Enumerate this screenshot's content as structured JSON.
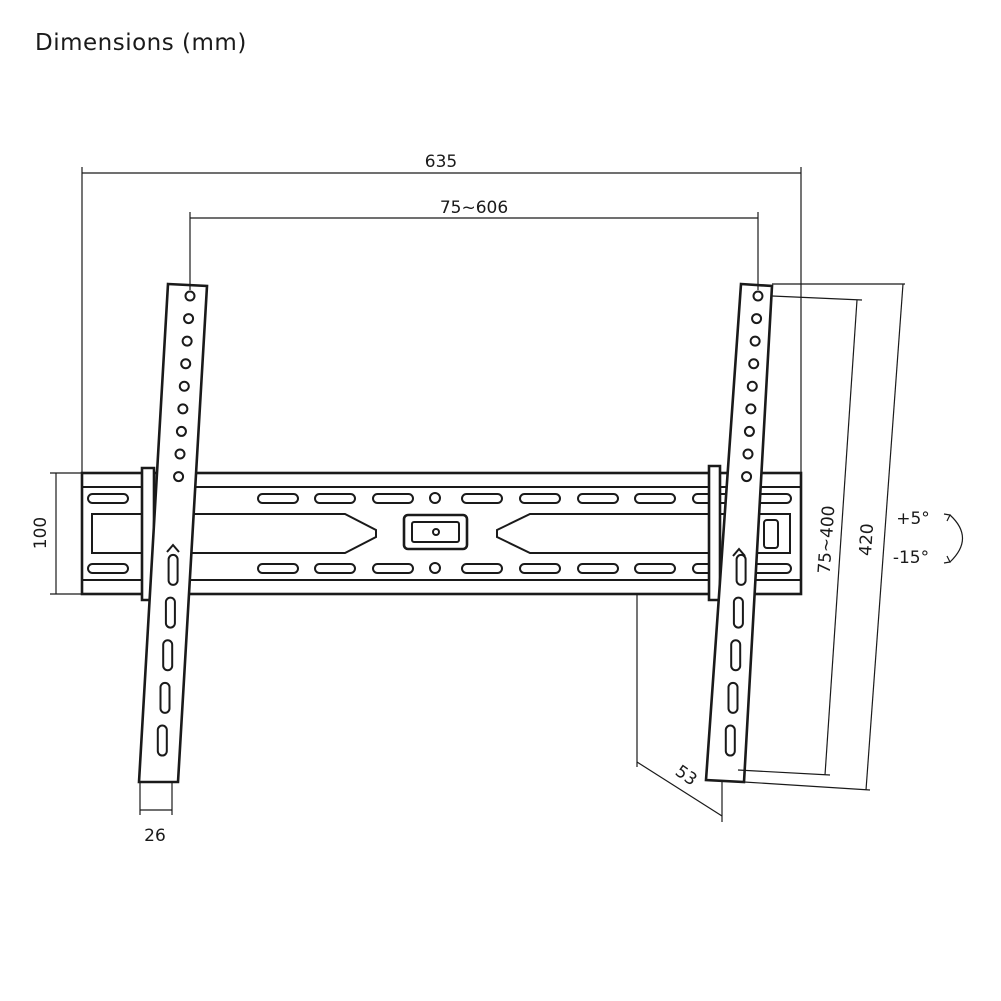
{
  "title": "Dimensions (mm)",
  "dimensions": {
    "overall_width": "635",
    "vesa_width": "75~606",
    "vesa_height": "75~400",
    "arm_height": "420",
    "plate_height": "100",
    "arm_width": "26",
    "depth": "53",
    "tilt_up": "+5°",
    "tilt_down": "-15°"
  }
}
